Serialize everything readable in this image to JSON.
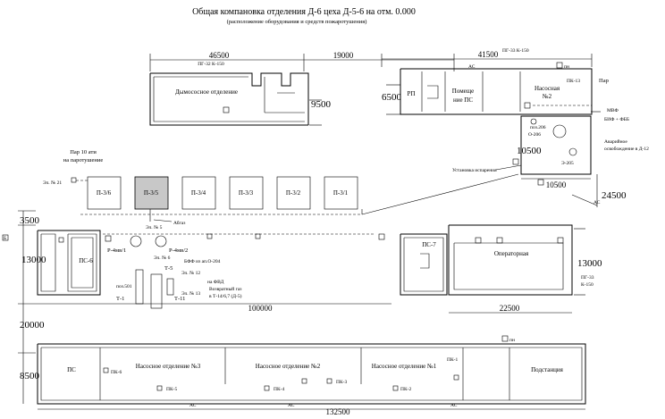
{
  "title": "Общая компановка отделения Д-6 цеха Д-5-6 на отм. 0.000",
  "subtitle": "(расположение оборудования и средств пожаротушения)",
  "dimensions": {
    "d46500": "46500",
    "d19000": "19000",
    "d41500": "41500",
    "d6500": "6500",
    "d9500": "9500",
    "d10500h": "10500",
    "d10500": "10500",
    "d24500": "24500",
    "d3500": "3500",
    "d13000l": "13000",
    "d13000r": "13000",
    "d20000": "20000",
    "d100000": "100000",
    "d22500": "22500",
    "d8500": "8500",
    "d132500": "132500"
  },
  "rooms": {
    "dymosos": "Дымососное отделение",
    "rp": "РП",
    "pomeshch_ps_1": "Помеще",
    "pomeshch_ps_2": "ние ПС",
    "nasosnaya_top_1": "Насосная",
    "nasosnaya_top_2": "№2",
    "ps6": "ПС-6",
    "ps7": "ПС-7",
    "operatornaya": "Операторная",
    "ps_bottom": "ПС",
    "nas3": "Насосное отделение №3",
    "nas2": "Насосное отделение №2",
    "nas1": "Насосное отделение №1",
    "podstanciya": "Подстанция"
  },
  "furnaces": [
    "П-3/6",
    "П-3/5",
    "П-3/4",
    "П-3/3",
    "П-3/2",
    "П-3/1"
  ],
  "labels": {
    "pg32": "ПГ-32 К-150",
    "pg33_top": "ПГ-33 К-150",
    "pg33_right_1": "ПГ-33",
    "pg33_right_2": "К-150",
    "pk13": "ПК-13",
    "par_right": "Пар",
    "mvf": "МВФ",
    "bif_fbb": "БИФ + ФББ",
    "avar_1": "Аварийное",
    "avar_2": "освобождение в Д-12",
    "ustanovka": "Установка испарения",
    "par10_1": "Пар 10 ати",
    "par10_2": "на паротушение",
    "ez21": "Эл. № 21",
    "ez5": "Эл. № 5",
    "ez6": "Эл. № 6",
    "ez12": "Эл. № 12",
    "ez13": "Эл. № 13",
    "abgaz": "Абгаз",
    "r4mv1": "Р-4мв/1",
    "r4mv2": "Р-4мв/2",
    "bff": "БФФ из ап.О-204",
    "t5": "Т-5",
    "t11": "Т-11",
    "t1": "Т-1",
    "pos501": "поз.501",
    "na_fvd": "на ФВД",
    "vozvr_1": "Возвратный газ",
    "vozvr_2": "в Т-14/6,7 (Д-5)",
    "o206": "О-206",
    "e205": "Э-205",
    "pos206": "поз.206",
    "pk1": "ПК-1",
    "pk2": "ПК-2",
    "pk3": "ПК-3",
    "pk4": "ПК-4",
    "pk5": "ПК-5",
    "pk6": "ПК-6",
    "as": "АС",
    "pn": "пн",
    "b": "Б"
  }
}
